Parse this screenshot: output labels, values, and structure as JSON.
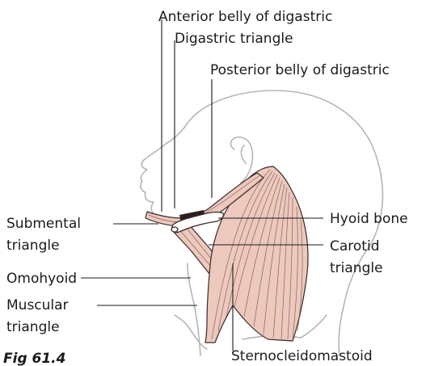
{
  "labels": {
    "anterior_belly": "Anterior belly of digastric",
    "digastric_triangle": "Digastric triangle",
    "posterior_belly": "Posterior belly of digastric",
    "submental_line1": "Submental",
    "submental_line2": "triangle",
    "omohyoid": "Omohyoid",
    "muscular_line1": "Muscular",
    "muscular_line2": "triangle",
    "hyoid": "Hyoid bone",
    "carotid_line1": "Carotid",
    "carotid_line2": "triangle",
    "scm": "Sternocleidomastoid",
    "figure_number": "Fig 61.4"
  }
}
